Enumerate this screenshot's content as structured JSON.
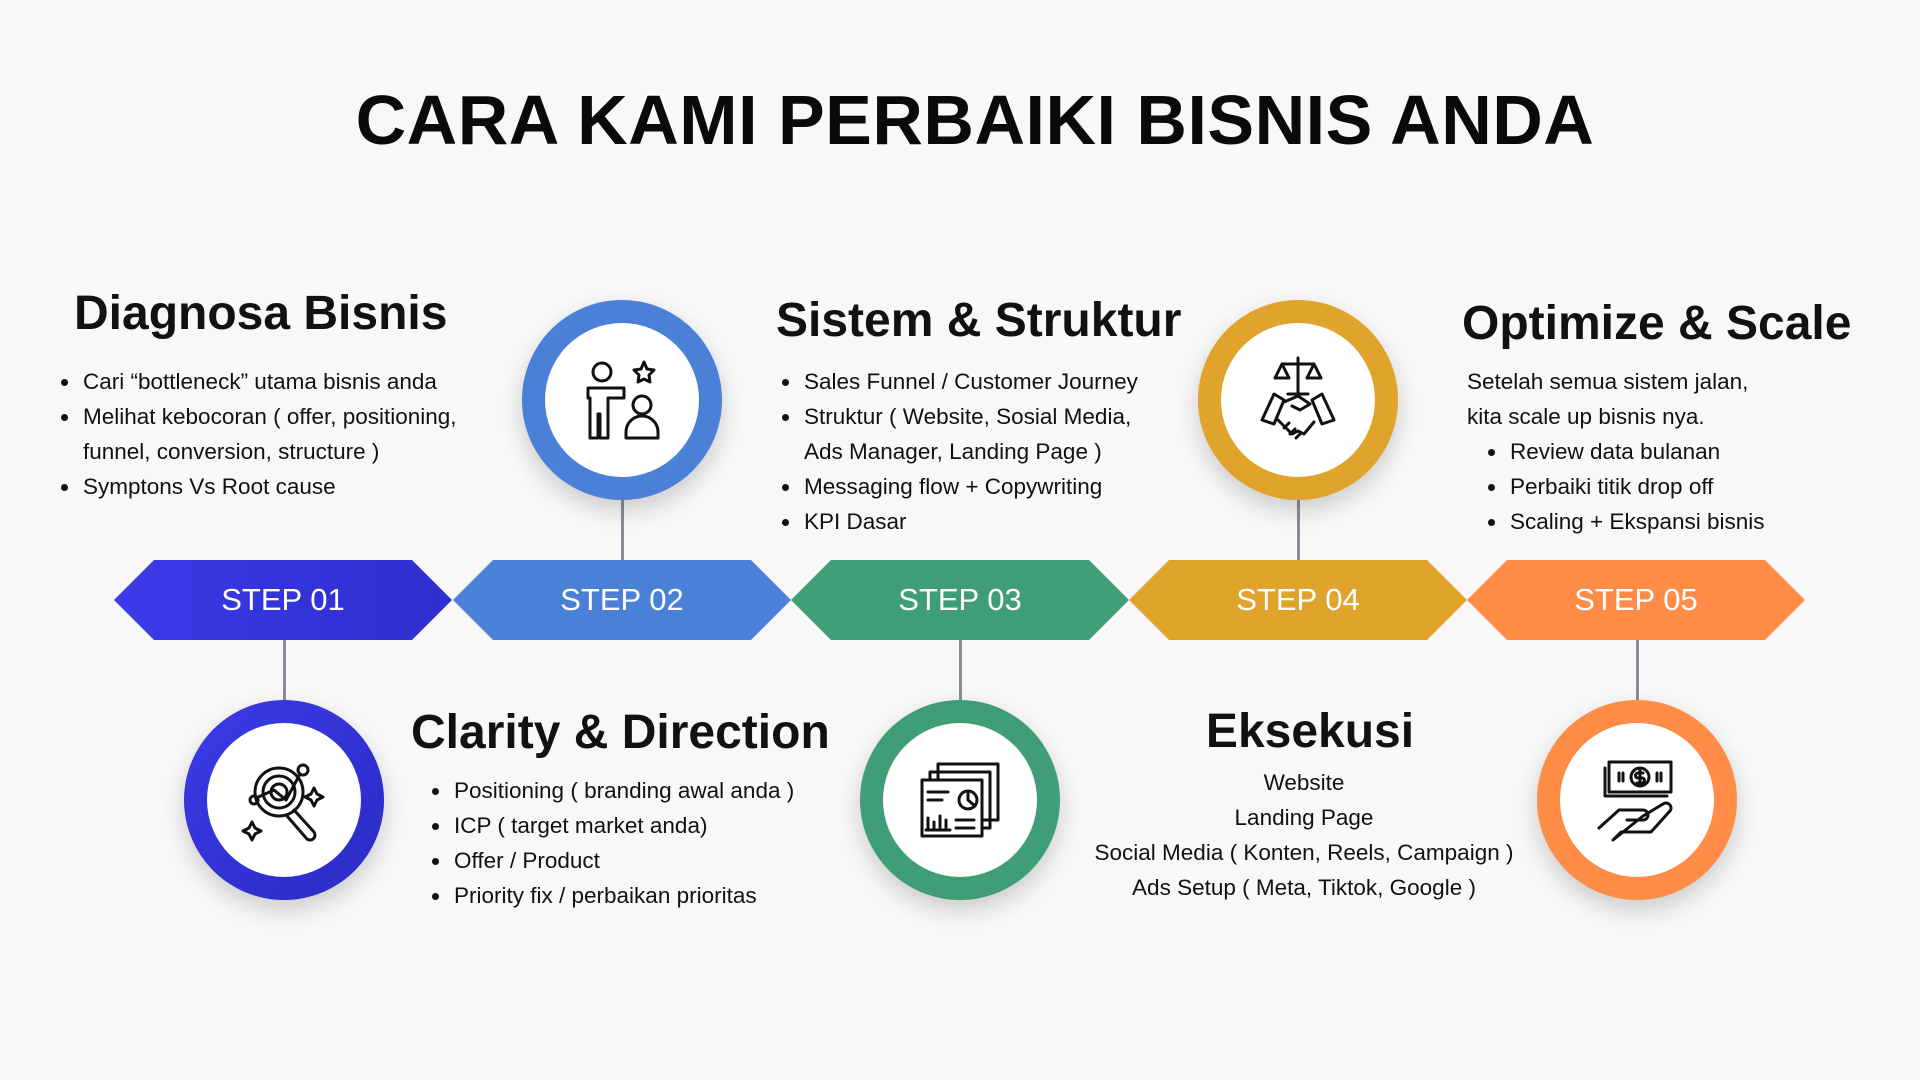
{
  "title": "CARA KAMI PERBAIKI BISNIS ANDA",
  "colors": {
    "step1": "#3434e0",
    "step2": "#4a80d6",
    "step3": "#3f9e77",
    "step4": "#e0a32c",
    "step5": "#ff8c47"
  },
  "steps": [
    {
      "label": "STEP 01",
      "heading": "Diagnosa Bisnis",
      "icon": "analysis-search-icon",
      "bullets": [
        "Cari “bottleneck” utama bisnis anda",
        "Melihat kebocoran ( offer, positioning, funnel, conversion, structure )",
        "Symptons Vs Root cause"
      ]
    },
    {
      "label": "STEP 02",
      "heading": "Clarity & Direction",
      "icon": "people-star-icon",
      "bullets": [
        "Positioning ( branding awal anda )",
        "ICP ( target market anda)",
        "Offer / Product",
        "Priority fix / perbaikan prioritas"
      ]
    },
    {
      "label": "STEP 03",
      "heading": "Sistem & Struktur",
      "icon": "report-documents-icon",
      "bullets": [
        "Sales Funnel / Customer Journey",
        "Struktur ( Website, Sosial Media, Ads Manager, Landing Page )",
        "Messaging flow + Copywriting",
        "KPI Dasar"
      ]
    },
    {
      "label": "STEP 04",
      "heading": "Eksekusi",
      "icon": "handshake-scale-icon",
      "lines": [
        "Website",
        "Landing Page",
        "Social Media ( Konten, Reels, Campaign )",
        "Ads Setup ( Meta, Tiktok, Google )"
      ]
    },
    {
      "label": "STEP 05",
      "heading": "Optimize & Scale",
      "icon": "money-hand-icon",
      "intro": [
        "Setelah semua sistem jalan,",
        "kita scale up bisnis nya."
      ],
      "bullets": [
        "Review data bulanan",
        "Perbaiki titik drop off",
        "Scaling + Ekspansi bisnis"
      ]
    }
  ]
}
